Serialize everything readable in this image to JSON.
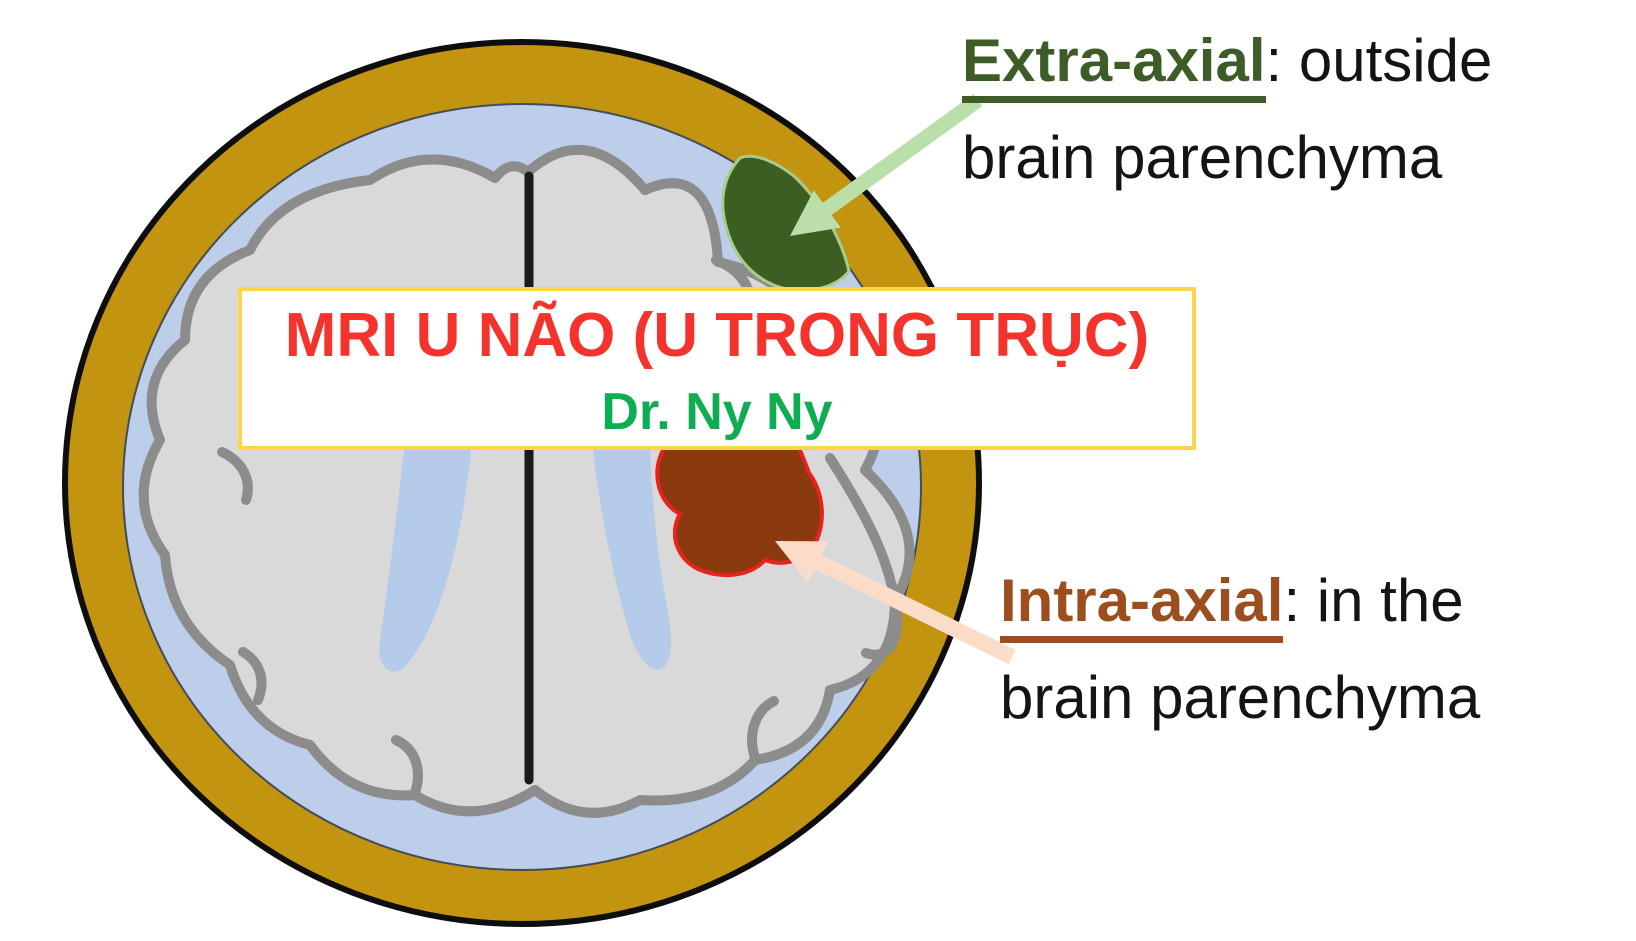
{
  "title_box": {
    "title": "MRI U NÃO (U TRONG TRỤC)",
    "subtitle": "Dr. Ny Ny",
    "title_color": "#F5332D",
    "subtitle_color": "#0FAD52",
    "border_color": "#FFD44A",
    "background": "#FFFFFF"
  },
  "annotations": {
    "extra_axial": {
      "term": "Extra-axial",
      "suffix": ": outside",
      "line2": "brain parenchyma",
      "term_color": "#3E5C28",
      "arrow_color": "#BADFA9"
    },
    "intra_axial": {
      "term": "Intra-axial",
      "suffix": ": in the",
      "line2": "brain parenchyma",
      "term_color": "#9C4E1E",
      "arrow_color": "#FBDCC8"
    }
  },
  "diagram": {
    "colors": {
      "skull": "#C29410",
      "outline": "#0E0E0E",
      "csf": "#BCCEEA",
      "brain_fill": "#D9D9D9",
      "brain_stroke": "#8C8C8C",
      "midline": "#1A1A1A",
      "ventricle": "#B4CBE9",
      "extra_lesion_fill": "#3D5E22",
      "extra_lesion_stroke": "#A7CC8B",
      "intra_lesion_fill": "#8B3A10",
      "intra_lesion_stroke": "#E8221C",
      "extra_arrow": "#BADFA9",
      "intra_arrow": "#FBDCC8"
    }
  }
}
